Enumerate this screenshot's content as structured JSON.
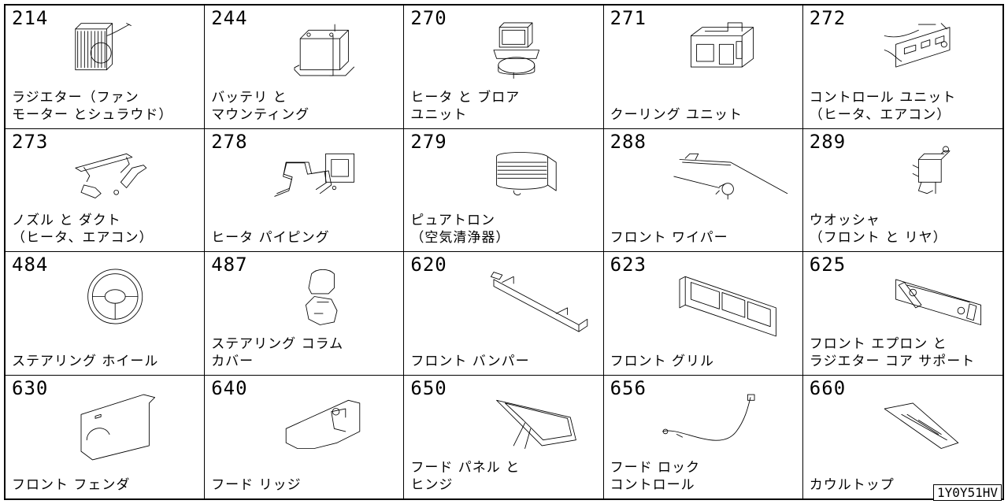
{
  "items": [
    {
      "code": "214",
      "lines": [
        "ラジエター（ファン",
        "モーター とシュラウド）"
      ],
      "icon": "radiator-icon"
    },
    {
      "code": "244",
      "lines": [
        "バッテリ と",
        "マウンティング"
      ],
      "icon": "battery-icon"
    },
    {
      "code": "270",
      "lines": [
        "ヒータ と ブロア",
        "ユニット"
      ],
      "icon": "heater-blower-icon"
    },
    {
      "code": "271",
      "lines": [
        "クーリング ユニット"
      ],
      "icon": "cooling-unit-icon"
    },
    {
      "code": "272",
      "lines": [
        "コントロール ユニット",
        "（ヒータ、エアコン）"
      ],
      "icon": "control-unit-icon"
    },
    {
      "code": "273",
      "lines": [
        "ノズル と ダクト",
        "（ヒータ、エアコン）"
      ],
      "icon": "nozzle-duct-icon"
    },
    {
      "code": "278",
      "lines": [
        "ヒータ パイピング"
      ],
      "icon": "heater-piping-icon"
    },
    {
      "code": "279",
      "lines": [
        "ピュアトロン",
        "（空気清浄器）"
      ],
      "icon": "air-purifier-icon"
    },
    {
      "code": "288",
      "lines": [
        "フロント ワイパー"
      ],
      "icon": "wiper-icon"
    },
    {
      "code": "289",
      "lines": [
        "ウオッシャ",
        "（フロント と リヤ）"
      ],
      "icon": "washer-icon"
    },
    {
      "code": "484",
      "lines": [
        "ステアリング ホイール"
      ],
      "icon": "steering-wheel-icon"
    },
    {
      "code": "487",
      "lines": [
        "ステアリング コラム",
        "カバー"
      ],
      "icon": "column-cover-icon"
    },
    {
      "code": "620",
      "lines": [
        "フロント バンパー"
      ],
      "icon": "bumper-icon"
    },
    {
      "code": "623",
      "lines": [
        "フロント グリル"
      ],
      "icon": "grille-icon"
    },
    {
      "code": "625",
      "lines": [
        "フロント エプロン と",
        "ラジエター コア サポート"
      ],
      "icon": "apron-icon"
    },
    {
      "code": "630",
      "lines": [
        "フロント フェンダ"
      ],
      "icon": "fender-icon"
    },
    {
      "code": "640",
      "lines": [
        "フード リッジ"
      ],
      "icon": "hood-ledge-icon"
    },
    {
      "code": "650",
      "lines": [
        "フード パネル と",
        "ヒンジ"
      ],
      "icon": "hood-panel-icon"
    },
    {
      "code": "656",
      "lines": [
        "フード ロック",
        "コントロール"
      ],
      "icon": "hood-lock-cable-icon"
    },
    {
      "code": "660",
      "lines": [
        "カウルトップ"
      ],
      "icon": "cowl-top-icon"
    }
  ],
  "footer_code": "1Y0Y51HV"
}
